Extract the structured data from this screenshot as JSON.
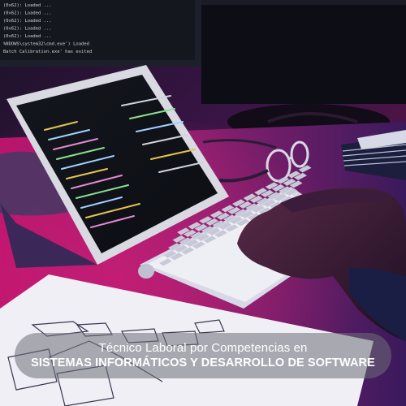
{
  "caption": {
    "line1": "Técnico Laboral por Competencias en",
    "line2": "SISTEMAS INFORMÁTICOS Y DESARROLLO DE SOFTWARE"
  },
  "terminal_lines": [
    "(0x62): Loaded ...",
    "(0x62): Loaded ...",
    "(0x62): Loaded ...",
    "(0x62): Loaded ...",
    "(0x62): Loaded ...",
    "%NDOWS\\system32\\cmd.exe') Loaded",
    "Batch Calibration.exe' has exited"
  ],
  "colors": {
    "background": "#0a0714",
    "magenta": "#c2186f",
    "purple": "#5a1f8a",
    "caption_box": "rgba(110,110,120,0.55)"
  },
  "icons": [
    "tablet-icon",
    "keyboard-icon",
    "glasses-icon",
    "monitor-icon",
    "hand-icon",
    "notebook-icon",
    "flowchart-paper-icon"
  ]
}
